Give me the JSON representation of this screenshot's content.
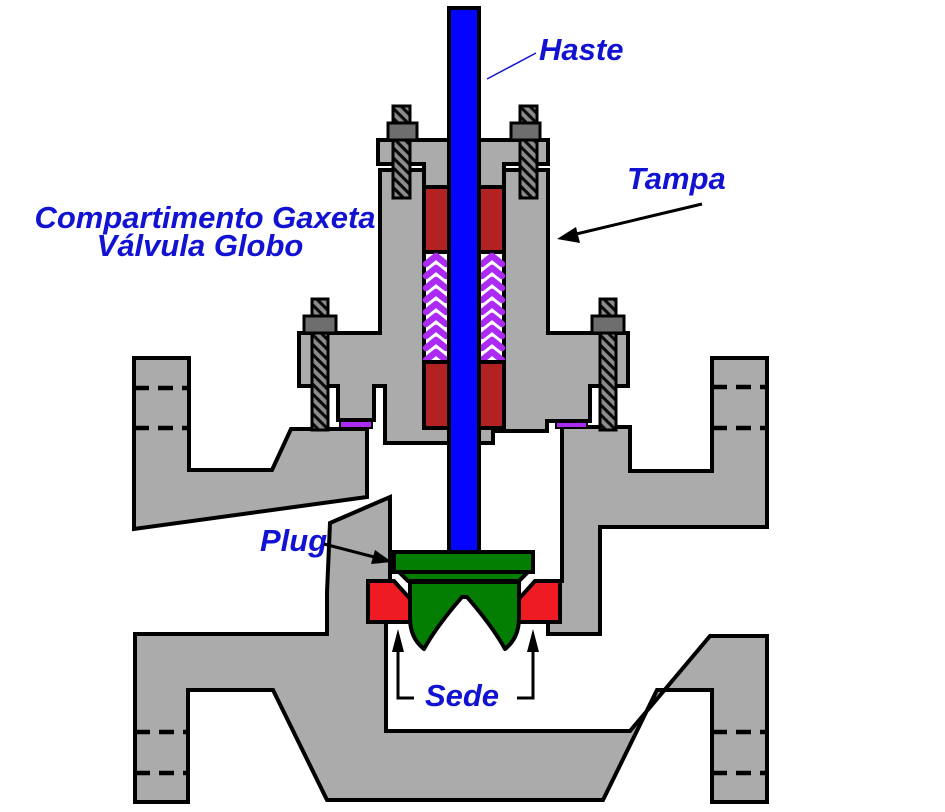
{
  "diagram": {
    "type": "valve-cross-section",
    "title_line1": "Compartimento Gaxeta",
    "title_line2": "Válvula Globo",
    "labels": {
      "stem": "Haste",
      "bonnet": "Tampa",
      "plug": "Plug",
      "seat": "Sede"
    },
    "colors": {
      "body_gray": "#ABABAB",
      "outline_black": "#000000",
      "stem_blue": "#0404FC",
      "packing_dark_red": "#B32222",
      "seat_red": "#EE1B22",
      "plug_green": "#037E03",
      "packing_chevron_purple": "#AB2BF2",
      "gasket_purple": "#AB2BF2",
      "nut_gray": "#6E6E6E",
      "label_blue": "#1212D2"
    }
  }
}
